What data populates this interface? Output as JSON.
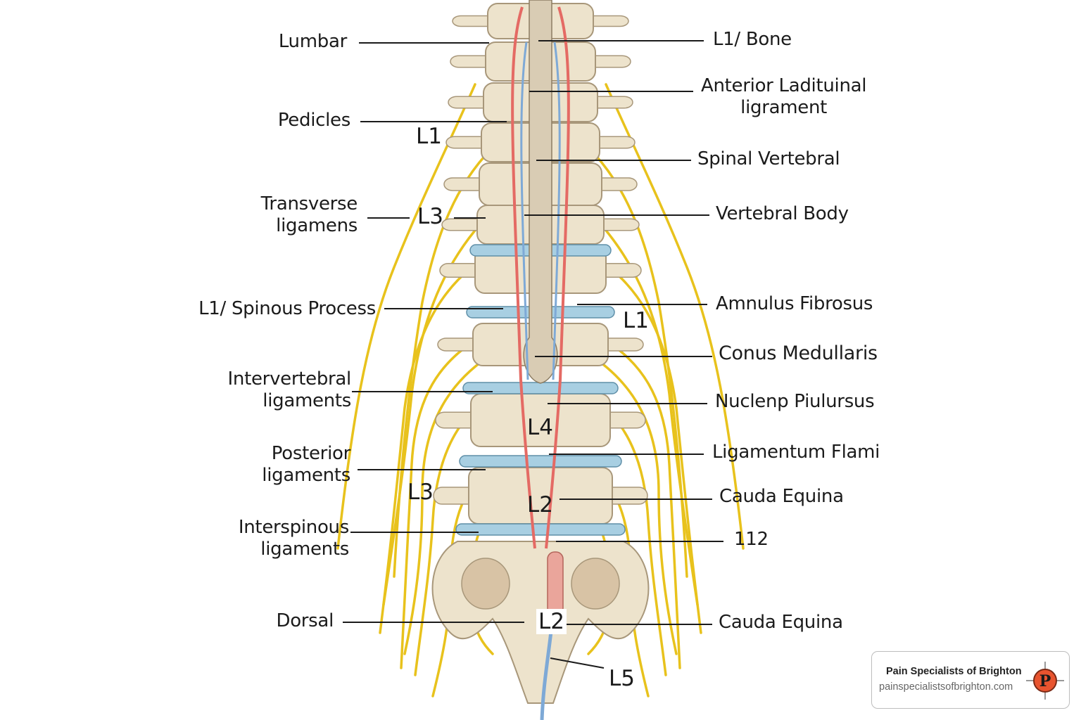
{
  "labels_left": [
    {
      "id": "lumbar",
      "lines": [
        "Lumbar"
      ]
    },
    {
      "id": "pedicles",
      "lines": [
        "Pedicles"
      ]
    },
    {
      "id": "transverse-ligamens",
      "lines": [
        "Transverse",
        "ligamens"
      ]
    },
    {
      "id": "l1-spinous-process",
      "lines": [
        "L1/ Spinous Process"
      ]
    },
    {
      "id": "intervertebral-ligaments",
      "lines": [
        "Intervertebral",
        "ligaments"
      ]
    },
    {
      "id": "posterior-ligaments",
      "lines": [
        "Posterior",
        "ligaments"
      ]
    },
    {
      "id": "interspinous-ligaments",
      "lines": [
        "Interspinous",
        "ligaments"
      ]
    },
    {
      "id": "dorsal",
      "lines": [
        "Dorsal"
      ]
    }
  ],
  "labels_right": [
    {
      "id": "l1-bone",
      "lines": [
        "L1/ Bone"
      ]
    },
    {
      "id": "anterior-ladituinal-ligament",
      "lines": [
        "Anterior Ladituinal",
        "ligrament"
      ]
    },
    {
      "id": "spinal-vertebral",
      "lines": [
        "Spinal Vertebral"
      ]
    },
    {
      "id": "vertebral-body",
      "lines": [
        "Vertebral Body"
      ]
    },
    {
      "id": "amnulus-fibrosus",
      "lines": [
        "Amnulus Fibrosus"
      ]
    },
    {
      "id": "conus-medullaris",
      "lines": [
        "Conus Medullaris"
      ]
    },
    {
      "id": "nuclenp-piulursus",
      "lines": [
        "Nuclenp Piulursus"
      ]
    },
    {
      "id": "ligamentum-flami",
      "lines": [
        "Ligamentum Flami"
      ]
    },
    {
      "id": "cauda-equina-1",
      "lines": [
        "Cauda Equina"
      ]
    },
    {
      "id": "label-112",
      "lines": [
        "112"
      ]
    },
    {
      "id": "cauda-equina-2",
      "lines": [
        "Cauda Equina"
      ]
    }
  ],
  "levels": [
    "L1",
    "L3",
    "L1",
    "L4",
    "L3",
    "L2",
    "L2",
    "L5"
  ],
  "brand": {
    "name": "Pain Specialists of Brighton",
    "url": "painspecialistsofbrighton.com",
    "logo_letter": "P"
  },
  "colors": {
    "bone": "#ede3cc",
    "bone_outline": "#a8977a",
    "disc": "#a8cfe2",
    "nerve": "#e8c21c",
    "artery": "#e46a64",
    "vein": "#7ea9d6",
    "cord": "#d9ccb4",
    "logo_accent": "#e8542f"
  }
}
